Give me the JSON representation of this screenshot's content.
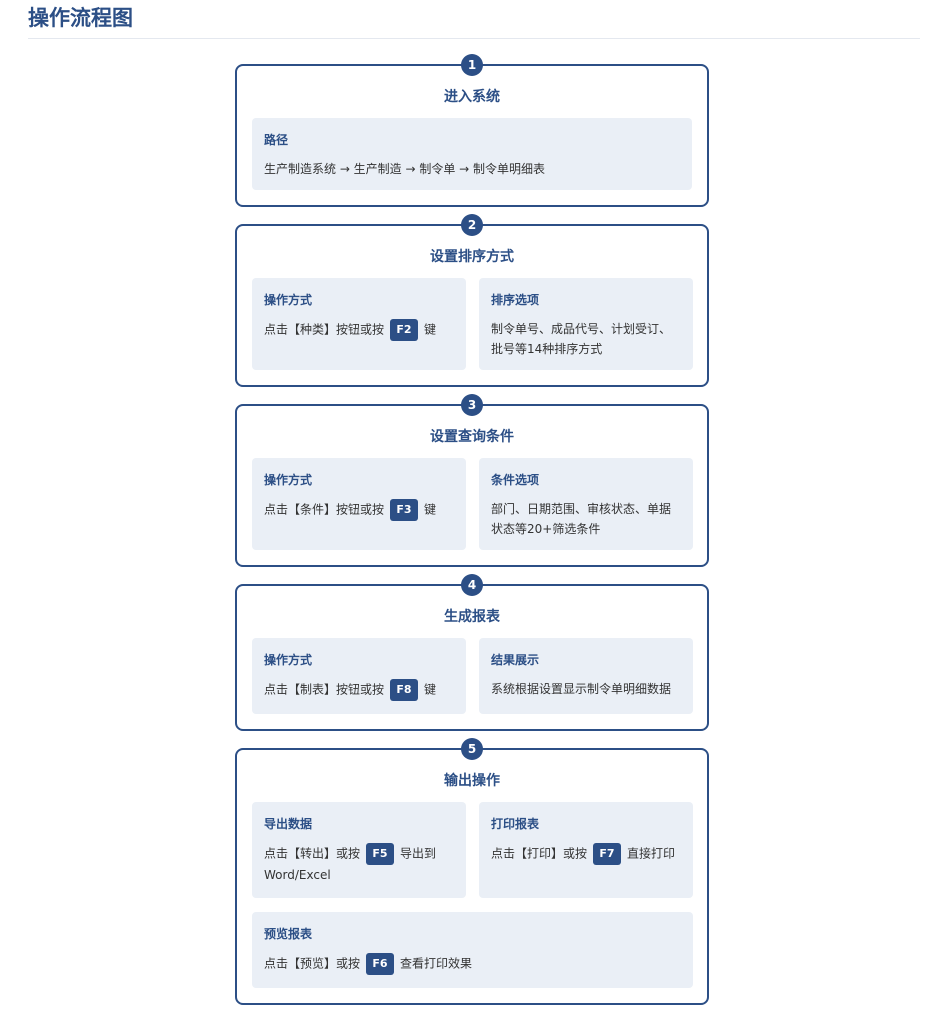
{
  "page": {
    "title": "操作流程图"
  },
  "steps": [
    {
      "number": "1",
      "title": "进入系统",
      "boxes": [
        {
          "title": "路径",
          "text": "生产制造系统 → 生产制造 → 制令单 → 制令单明细表"
        }
      ]
    },
    {
      "number": "2",
      "title": "设置排序方式",
      "boxes": [
        {
          "title": "操作方式",
          "pre": "点击【种类】按钮或按",
          "key": "F2",
          "post": "键"
        },
        {
          "title": "排序选项",
          "text": "制令单号、成品代号、计划受订、批号等14种排序方式"
        }
      ]
    },
    {
      "number": "3",
      "title": "设置查询条件",
      "boxes": [
        {
          "title": "操作方式",
          "pre": "点击【条件】按钮或按",
          "key": "F3",
          "post": "键"
        },
        {
          "title": "条件选项",
          "text": "部门、日期范围、审核状态、单据状态等20+筛选条件"
        }
      ]
    },
    {
      "number": "4",
      "title": "生成报表",
      "boxes": [
        {
          "title": "操作方式",
          "pre": "点击【制表】按钮或按",
          "key": "F8",
          "post": "键"
        },
        {
          "title": "结果展示",
          "text": "系统根据设置显示制令单明细数据"
        }
      ]
    },
    {
      "number": "5",
      "title": "输出操作",
      "boxes": [
        {
          "title": "导出数据",
          "pre": "点击【转出】或按",
          "key": "F5",
          "post": "导出到Word/Excel"
        },
        {
          "title": "打印报表",
          "pre": "点击【打印】或按",
          "key": "F7",
          "post": "直接打印"
        },
        {
          "title": "预览报表",
          "pre": "点击【预览】或按",
          "key": "F6",
          "post": "查看打印效果"
        }
      ]
    }
  ]
}
